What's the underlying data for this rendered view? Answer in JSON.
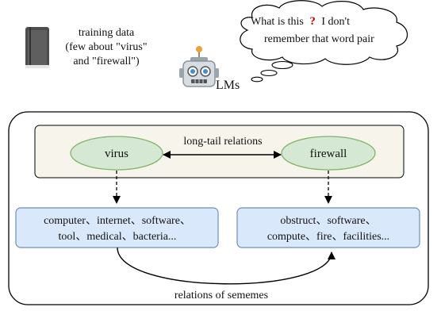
{
  "top": {
    "book_caption": [
      "training data",
      "(few about \"virus\"",
      "and \"firewall\")"
    ],
    "model_label": "LMs",
    "thought": {
      "line1_a": "What is this",
      "mark": "?",
      "line1_b": "I don't",
      "line2": "remember that word pair"
    }
  },
  "diagram": {
    "relation_label": "long-tail relations",
    "words": {
      "left": "virus",
      "right": "firewall"
    },
    "sememes_left": [
      "computer、internet、software、",
      "tool、medical、bacteria..."
    ],
    "sememes_right": [
      "obstruct、software、",
      "compute、fire、facilities..."
    ],
    "bottom_label": "relations of sememes"
  },
  "colors": {
    "panel_fill": "#f7f4ec",
    "ellipse_fill": "#d5e8d4",
    "ellipse_stroke": "#82b366",
    "sememe_fill": "#dae8fc",
    "sememe_stroke": "#6c8ebf",
    "book": "#4d4d4d",
    "question_mark": "#cc0000",
    "robot_head": "#d7dde2",
    "robot_eye": "#3d8fd6"
  }
}
